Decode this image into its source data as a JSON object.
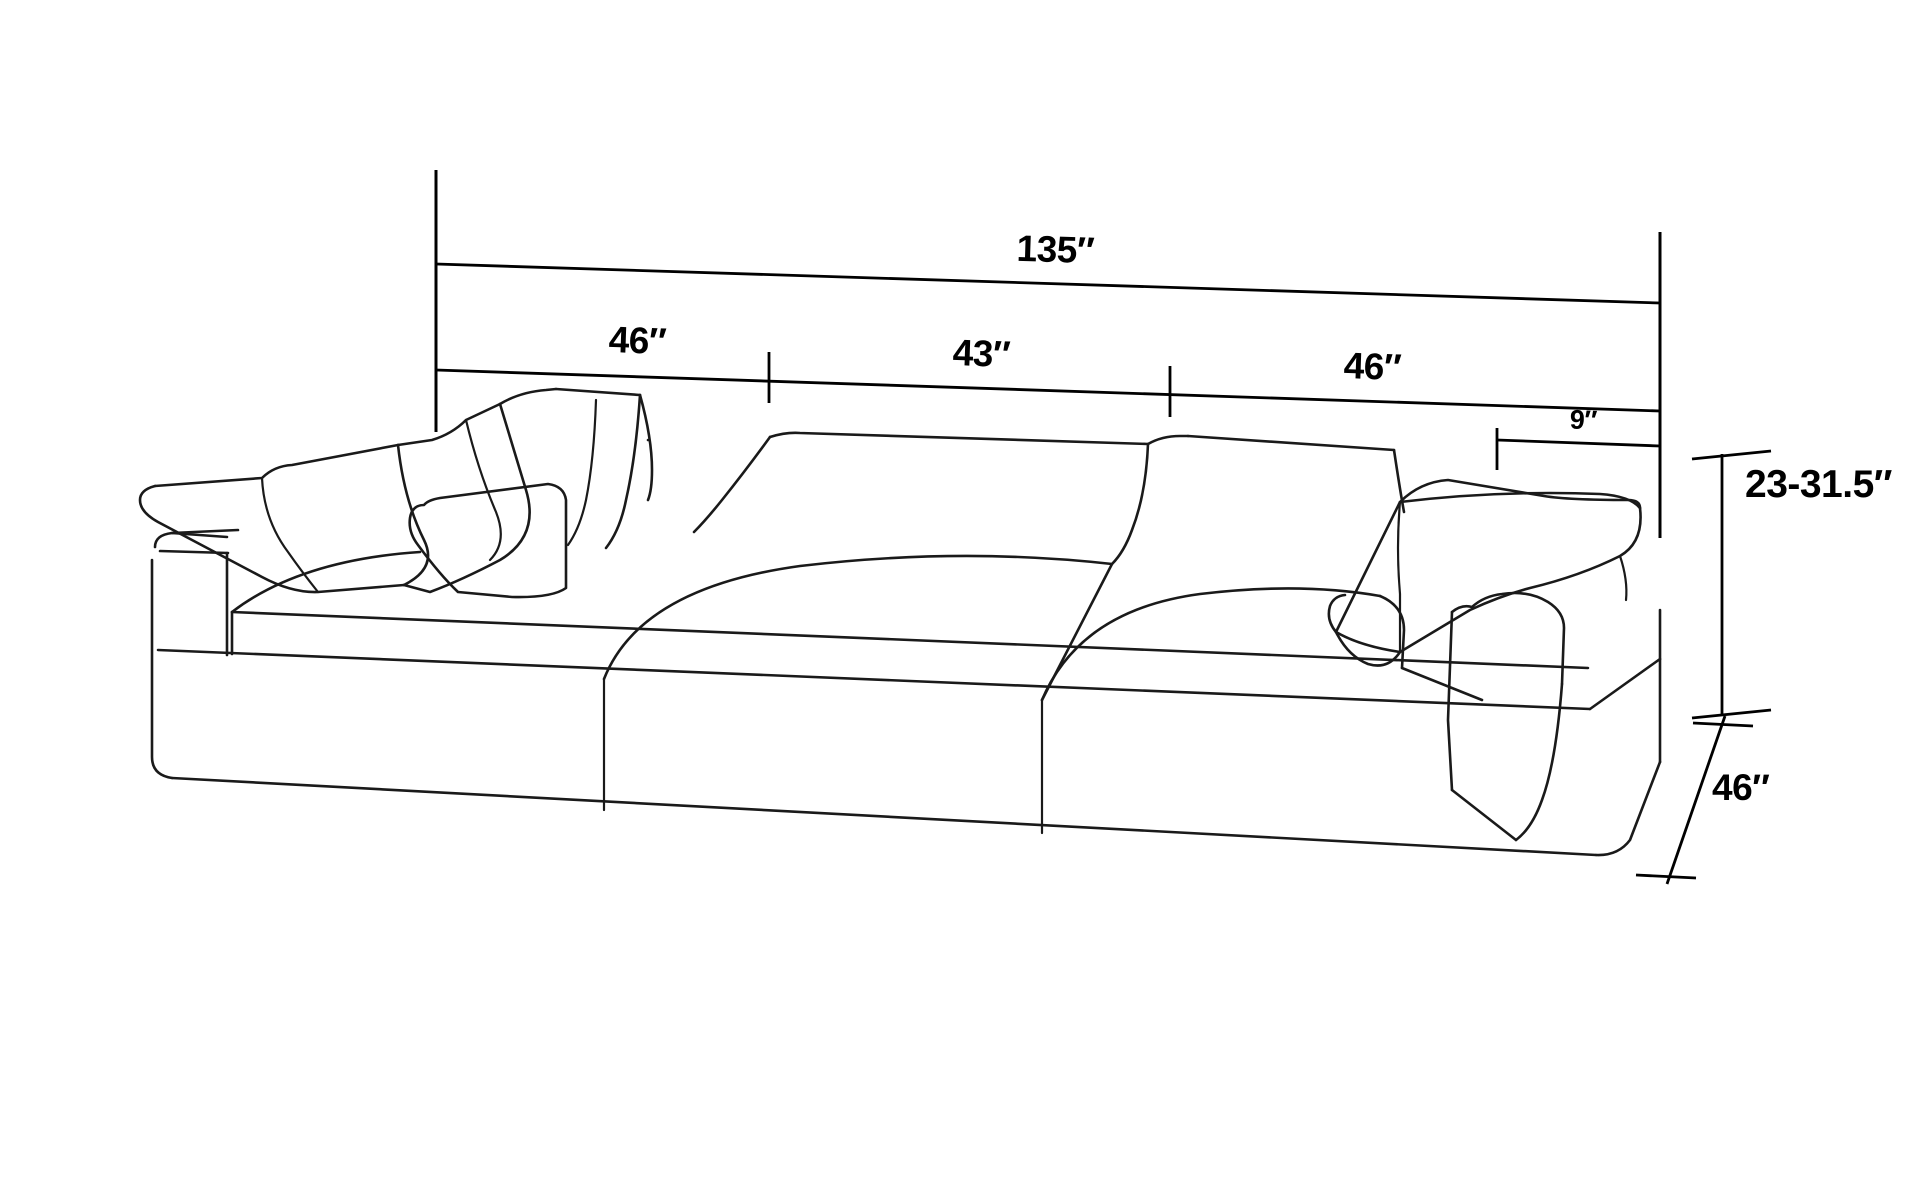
{
  "drawing": {
    "subject": "modular-sofa-line-drawing",
    "view": "three-quarter perspective",
    "background_color": "#ffffff",
    "line_color": "#1a1a1a",
    "text_color": "#000000"
  },
  "dimensions": {
    "overall_width": {
      "value": "135",
      "unit": "″",
      "label": "135″",
      "name": "overall-width"
    },
    "left_module_width": {
      "value": "46",
      "unit": "″",
      "label": "46″",
      "name": "left-module-width"
    },
    "center_module_width": {
      "value": "43",
      "unit": "″",
      "label": "43″",
      "name": "center-module-width"
    },
    "right_module_width": {
      "value": "46",
      "unit": "″",
      "label": "46″",
      "name": "right-module-width"
    },
    "arm_width": {
      "value": "9",
      "unit": "″",
      "label": "9″",
      "name": "arm-width"
    },
    "seat_to_back_height": {
      "value": "23-31.5",
      "unit": "″",
      "label": "23-31.5″",
      "name": "overall-height"
    },
    "depth": {
      "value": "46",
      "unit": "″",
      "label": "46″",
      "name": "overall-depth"
    }
  },
  "parts": [
    {
      "name": "left-arm",
      "label": "Left arm"
    },
    {
      "name": "left-seat-cushion",
      "label": "Left seat cushion"
    },
    {
      "name": "center-seat-cushion",
      "label": "Center seat cushion"
    },
    {
      "name": "right-seat-cushion",
      "label": "Right seat cushion"
    },
    {
      "name": "left-back-cushion",
      "label": "Left back cushion"
    },
    {
      "name": "center-back-cushion",
      "label": "Center back cushion"
    },
    {
      "name": "right-back-cushion",
      "label": "Right back cushion"
    },
    {
      "name": "throw-pillow-left-large",
      "label": "Large throw pillow on left arm"
    },
    {
      "name": "throw-pillow-left-small",
      "label": "Small lumbar pillow"
    },
    {
      "name": "throw-pillow-right",
      "label": "Throw pillow on right arm"
    },
    {
      "name": "right-arm",
      "label": "Right arm"
    },
    {
      "name": "base-plinth",
      "label": "Base plinth"
    }
  ]
}
